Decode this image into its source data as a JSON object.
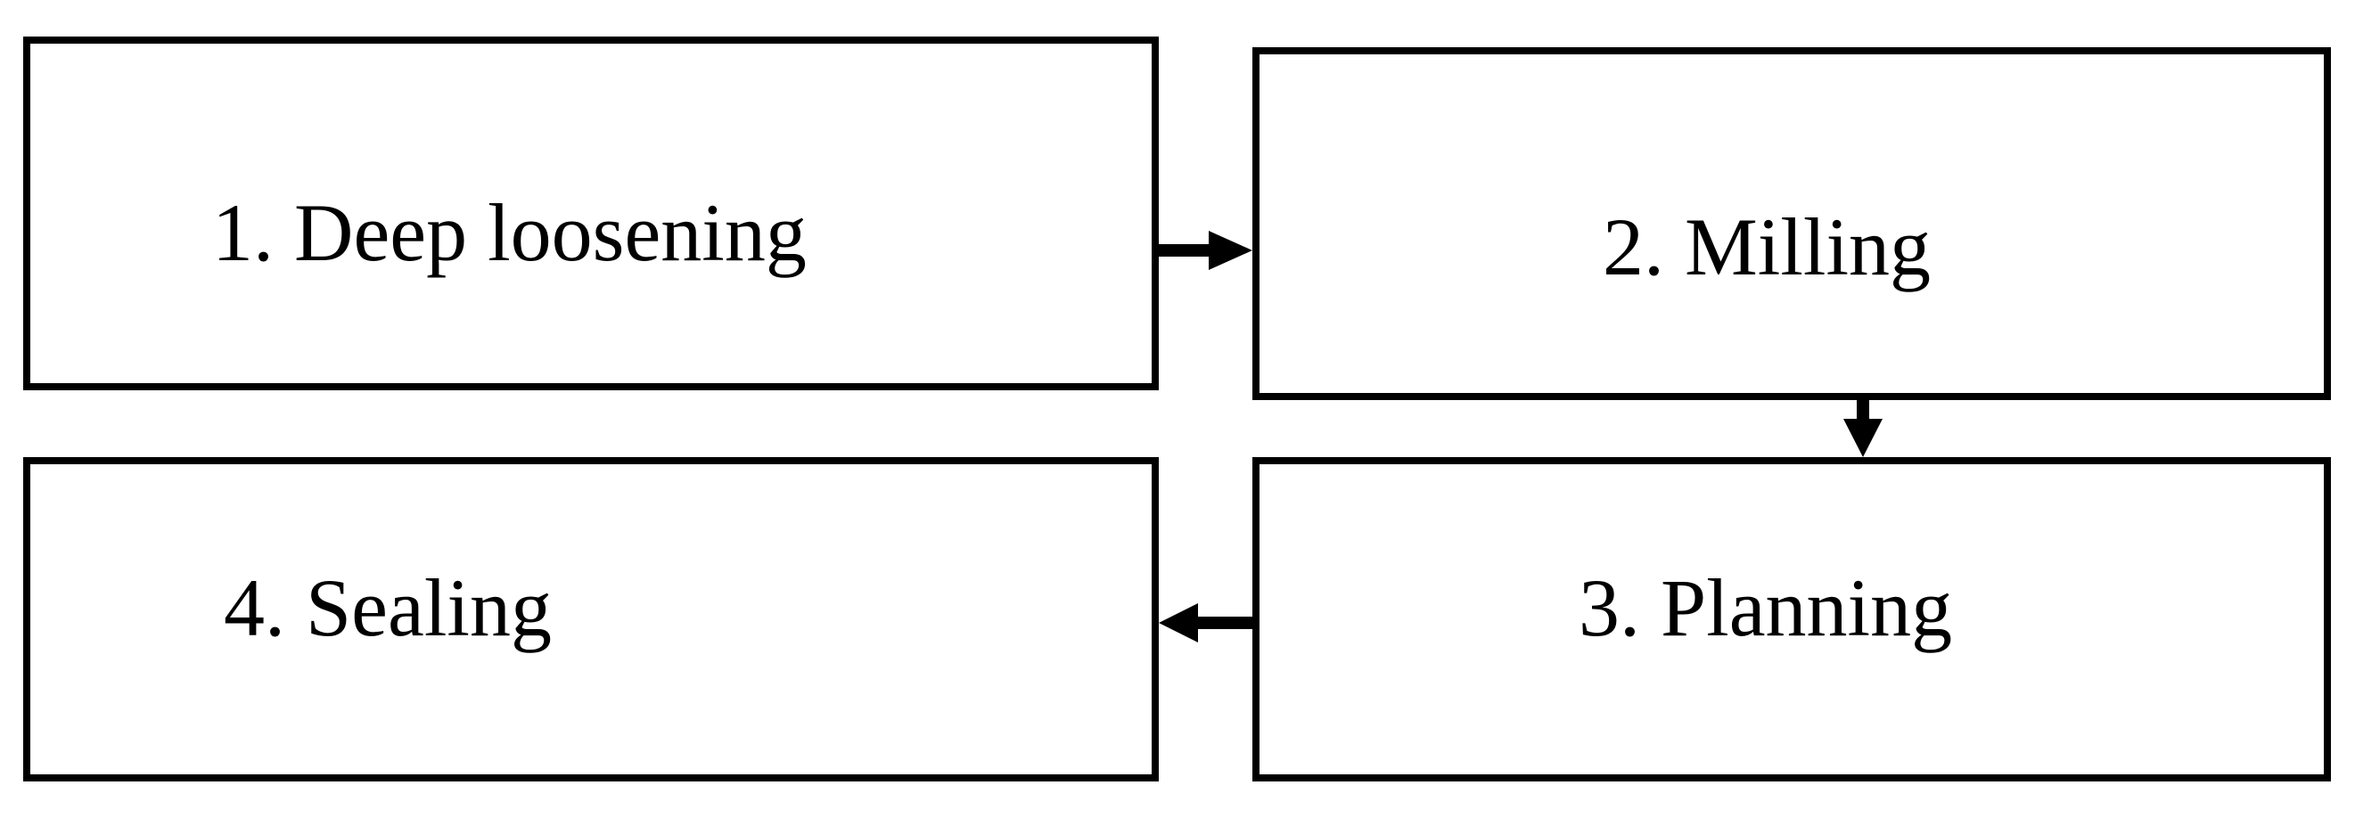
{
  "steps": [
    {
      "label": "1. Deep loosening"
    },
    {
      "label": "2. Milling"
    },
    {
      "label": "3. Planning"
    },
    {
      "label": "4. Sealing"
    }
  ],
  "colors": {
    "line": "#000000",
    "background": "#ffffff"
  }
}
